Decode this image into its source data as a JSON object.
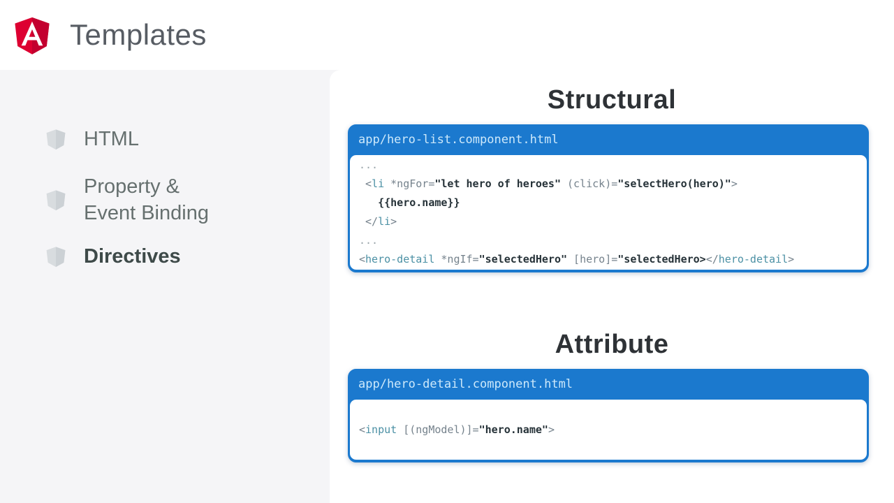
{
  "header": {
    "title": "Templates"
  },
  "sidebar": {
    "items": [
      {
        "label": "HTML",
        "active": false
      },
      {
        "label": "Property & Event Binding",
        "active": false
      },
      {
        "label": "Directives",
        "active": true
      }
    ]
  },
  "main": {
    "sections": [
      {
        "title": "Structural",
        "filename": "app/hero-list.component.html",
        "code_lines": [
          [
            {
              "t": "...",
              "c": "dim"
            }
          ],
          [
            {
              "t": " <",
              "c": "pun"
            },
            {
              "t": "li",
              "c": "tag"
            },
            {
              "t": " *ngFor=",
              "c": "pun"
            },
            {
              "t": "\"let hero of heroes\"",
              "c": "val"
            },
            {
              "t": " (click)=",
              "c": "pun"
            },
            {
              "t": "\"selectHero(hero)\"",
              "c": "val"
            },
            {
              "t": ">",
              "c": "pun"
            }
          ],
          [
            {
              "t": "   {{hero.name}}",
              "c": "val"
            }
          ],
          [
            {
              "t": " </",
              "c": "pun"
            },
            {
              "t": "li",
              "c": "tag"
            },
            {
              "t": ">",
              "c": "pun"
            }
          ],
          [
            {
              "t": "...",
              "c": "dim"
            }
          ],
          [
            {
              "t": "<",
              "c": "pun"
            },
            {
              "t": "hero-detail",
              "c": "tag"
            },
            {
              "t": " *ngIf=",
              "c": "pun"
            },
            {
              "t": "\"selectedHero\"",
              "c": "val"
            },
            {
              "t": " [hero]=",
              "c": "pun"
            },
            {
              "t": "\"selectedHero>",
              "c": "val"
            },
            {
              "t": "</",
              "c": "pun"
            },
            {
              "t": "hero-detail",
              "c": "tag"
            },
            {
              "t": ">",
              "c": "pun"
            }
          ]
        ]
      },
      {
        "title": "Attribute",
        "filename": "app/hero-detail.component.html",
        "code_lines": [
          [
            {
              "t": "<",
              "c": "pun"
            },
            {
              "t": "input",
              "c": "tag"
            },
            {
              "t": " [(ngModel)]=",
              "c": "pun"
            },
            {
              "t": "\"hero.name\"",
              "c": "val"
            },
            {
              "t": ">",
              "c": "pun"
            }
          ]
        ]
      }
    ]
  },
  "icons": {
    "logo": "angular-shield-logo",
    "sidebar_bullet": "gray-shield"
  },
  "colors": {
    "accent_blue": "#1b79ce",
    "filename_text": "#cde9fb",
    "code_tag": "#4b90a4",
    "code_pun": "#75828c",
    "code_val": "#263238",
    "code_dim": "#9aa5ab",
    "sidebar_bg": "#f5f5f7",
    "icon_gray": "#d8dcdf",
    "icon_gray_dark": "#ccd1d5",
    "title_gray": "#575c63",
    "heading_dark": "#2e3236",
    "side_label": "#66706f",
    "side_label_active": "#3e4a49",
    "logo_red": "#dd0031",
    "logo_red_dark": "#c3002f"
  }
}
